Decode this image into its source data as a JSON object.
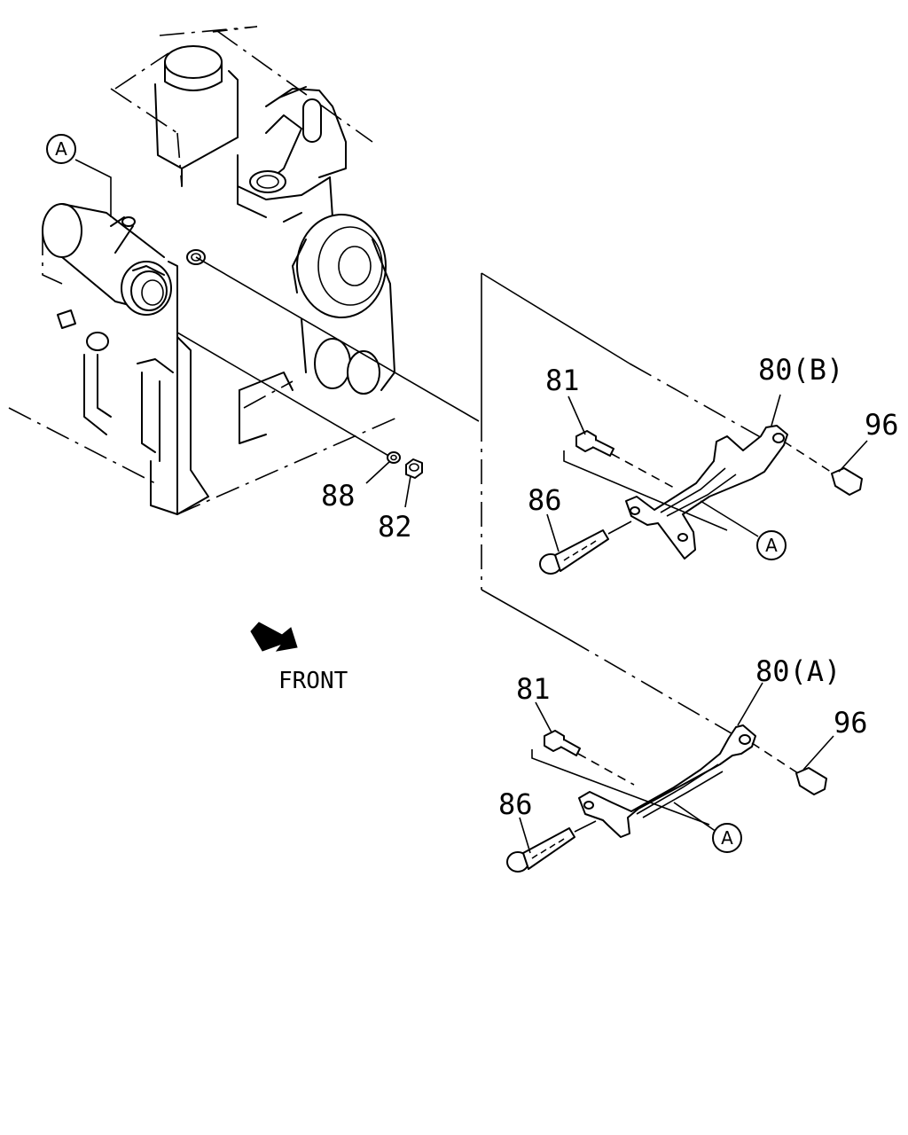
{
  "callouts": {
    "ref_a_engine": "A",
    "ref_a_upper": "A",
    "ref_a_lower": "A",
    "p88": "88",
    "p82": "82",
    "upper": {
      "p81": "81",
      "p80": "80(B)",
      "p96": "96",
      "p86": "86"
    },
    "lower": {
      "p81": "81",
      "p80": "80(A)",
      "p96": "96",
      "p86": "86"
    }
  },
  "front_label": "FRONT"
}
